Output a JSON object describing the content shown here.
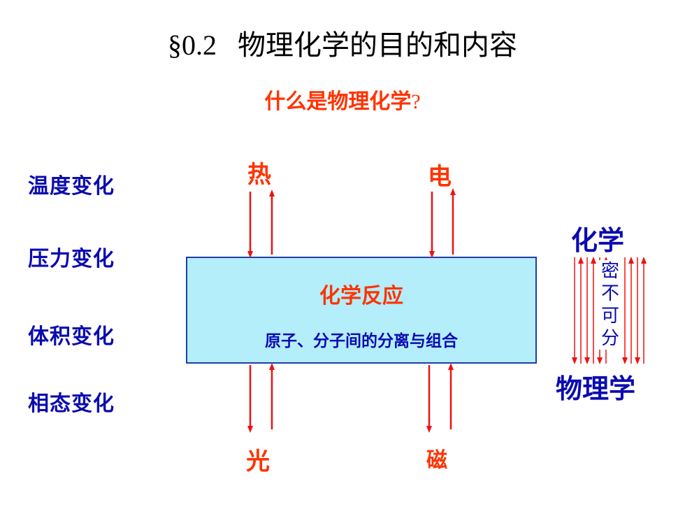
{
  "title": {
    "section": "§0.2",
    "text": "物理化学的目的和内容"
  },
  "subtitle": {
    "text": "什么是物理化学",
    "question_mark": "?"
  },
  "left_labels": [
    "温度变化",
    "压力变化",
    "体积变化",
    "相态变化"
  ],
  "center_box": {
    "title": "化学反应",
    "subtitle": "原子、分子间的分离与组合"
  },
  "io_labels": {
    "heat": "热",
    "electricity": "电",
    "light": "光",
    "magnetism": "磁"
  },
  "right_side": {
    "top": "化学",
    "bottom": "物理学",
    "vertical_chars": [
      "密",
      "不",
      "可",
      "分"
    ]
  },
  "colors": {
    "red": "#ff3300",
    "blue": "#0b0bb0",
    "box_fill": "#b3eefa",
    "box_border": "#1f3ea8",
    "arrow": "#ee1111"
  }
}
